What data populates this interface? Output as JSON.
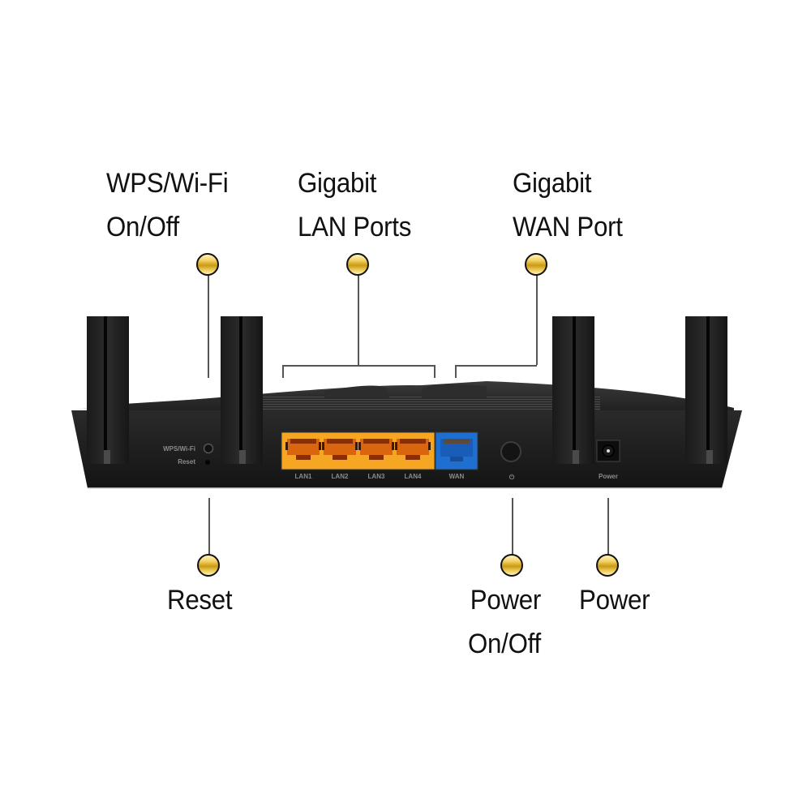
{
  "callouts": {
    "wps_wifi": {
      "line1": "WPS/Wi-Fi",
      "line2": "On/Off"
    },
    "lan_ports": {
      "line1": "Gigabit",
      "line2": "LAN Ports"
    },
    "wan_port": {
      "line1": "Gigabit",
      "line2": "WAN Port"
    },
    "reset": {
      "line1": "Reset"
    },
    "power_onoff": {
      "line1": "Power",
      "line2": "On/Off"
    },
    "power": {
      "line1": "Power"
    }
  },
  "router_labels": {
    "wps_wifi": "WPS/Wi-Fi",
    "reset": "Reset",
    "lan_ports": [
      "LAN1",
      "LAN2",
      "LAN3",
      "LAN4"
    ],
    "wan": "WAN",
    "power_symbol": "⏻",
    "power": "Power"
  },
  "colors": {
    "lan_port": "#f5a623",
    "wan_port": "#1f6fd1",
    "router_body": "#1c1c1c",
    "callout_dot": "#e3b83a"
  }
}
